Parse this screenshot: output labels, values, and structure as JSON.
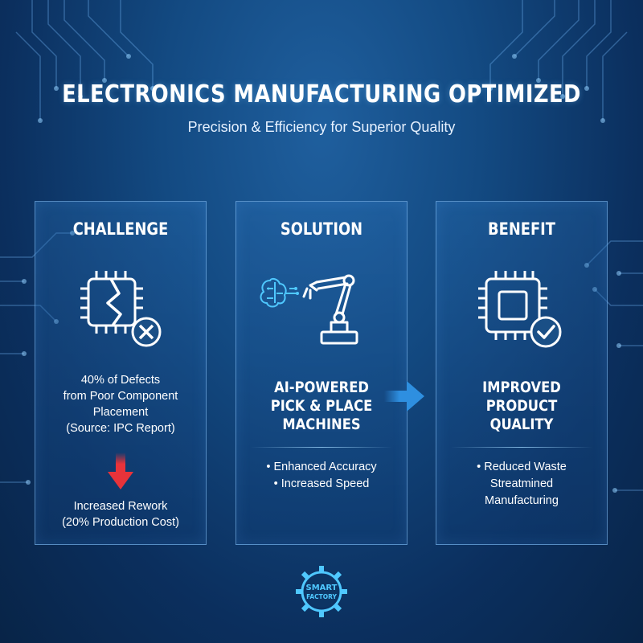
{
  "header": {
    "title": "ELECTRONICS MANUFACTURING OPTIMIZED",
    "subtitle": "Precision & Efficiency for Superior Quality"
  },
  "challenge": {
    "heading": "CHALLENGE",
    "icon": "broken-chip-x-icon",
    "text_lines": [
      "40% of Defects",
      "from Poor Component",
      "Placement",
      "(Source: IPC Report)"
    ],
    "result_lines": [
      "Increased Rework",
      "(20% Production Cost)"
    ]
  },
  "solution": {
    "heading": "SOLUTION",
    "icon": "ai-robot-arm-icon",
    "headline_lines": [
      "AI-POWERED",
      "PICK & PLACE",
      "MACHINES"
    ],
    "bullets": [
      "• Enhanced Accuracy",
      "• Increased Speed"
    ]
  },
  "benefit": {
    "heading": "BENEFIT",
    "icon": "chip-check-icon",
    "headline_lines": [
      "IMPROVED",
      "PRODUCT",
      "QUALITY"
    ],
    "bullet_lines": [
      "• Reduced Waste",
      "Streatmined",
      "Manufacturing"
    ]
  },
  "logo": {
    "line1": "SMART",
    "line2": "FACTORY"
  },
  "colors": {
    "accent_cyan": "#4fc8ff",
    "arrow_red": "#e8333a",
    "arrow_blue": "#2e8fe0"
  }
}
